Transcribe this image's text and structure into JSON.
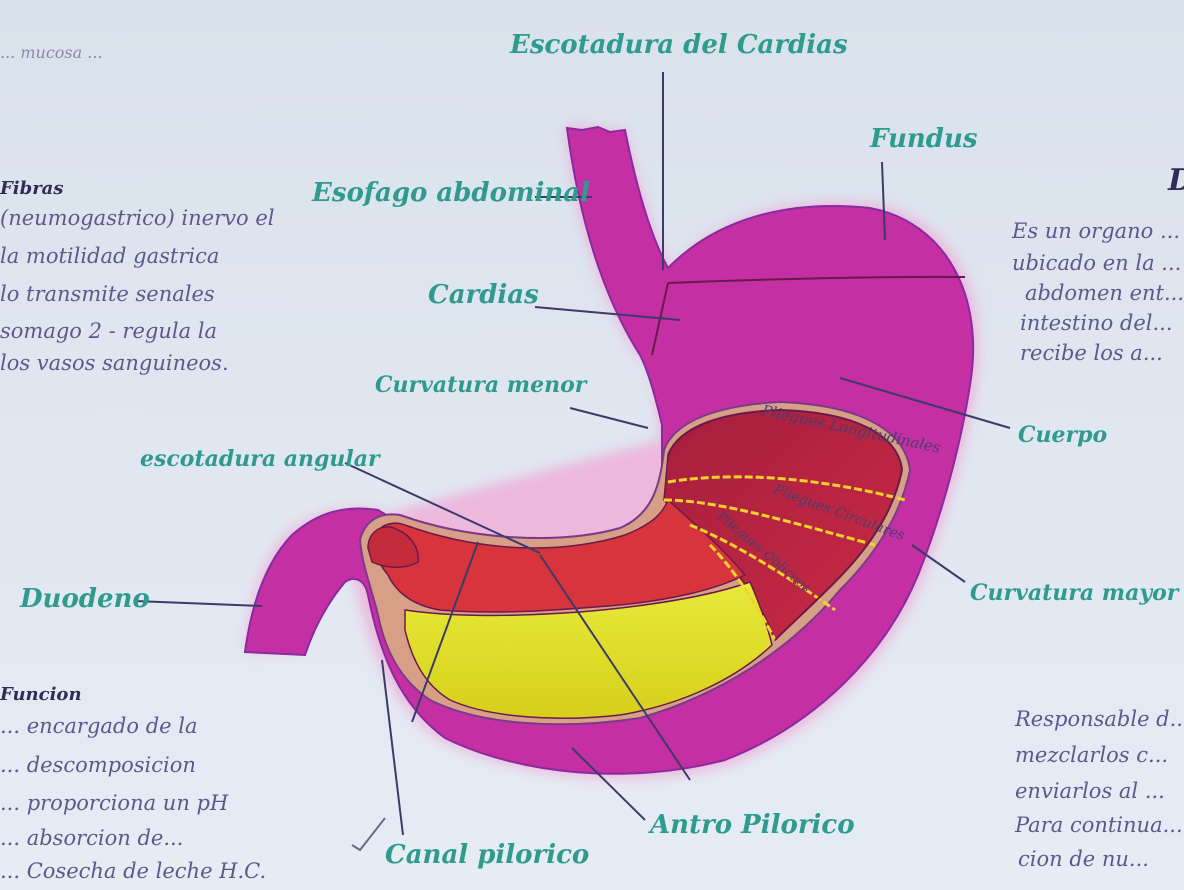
{
  "labels": {
    "escotadura_cardias": "Escotadura del Cardias",
    "fundus": "Fundus",
    "esofago": "Esofago abdominal",
    "cardias": "Cardias",
    "curvatura_menor": "Curvatura menor",
    "curvatura_mayor": "Curvatura mayor",
    "cuerpo": "Cuerpo",
    "escotadura_angular": "escotadura angular",
    "duodeno": "Duodeno",
    "antro": "Antro Pilorico",
    "canal": "Canal pilorico",
    "pliegues": "Pliegues Longitudinales",
    "pliegues2": "Pliegues Circulares",
    "pliegues3": "Pliegues Oblicuos"
  },
  "left_notes": {
    "top": "... mucosa ...",
    "heading1": "Fibras",
    "block1": [
      "(neumogastrico) inervo el",
      "la motilidad gastrica",
      "lo transmite senales",
      "somago 2 - regula la",
      "los vasos sanguineos."
    ],
    "heading2": "Funcion",
    "block2": [
      "... encargado de la",
      "... descomposicion",
      "... proporciona un pH",
      "... absorcion de...",
      "... Cosecha de leche H.C."
    ]
  },
  "right_notes": {
    "heading": "D",
    "block1": [
      "Es un organo ...",
      "ubicado en la ...",
      "abdomen ent...",
      "intestino del...",
      "recibe los a..."
    ],
    "block2": [
      "Responsable d...",
      "mezclarlos c...",
      "enviarlos al ...",
      "Para continua...",
      "cion de nu..."
    ]
  },
  "colors": {
    "paper": "#dfe6f0",
    "wall_magenta": "#c42fa4",
    "mucosa_red": "#b2253e",
    "mid_red": "#d8343e",
    "yellow": "#e4e22a",
    "rim_tan": "#d79f86",
    "label_teal": "#2f9b8f"
  }
}
